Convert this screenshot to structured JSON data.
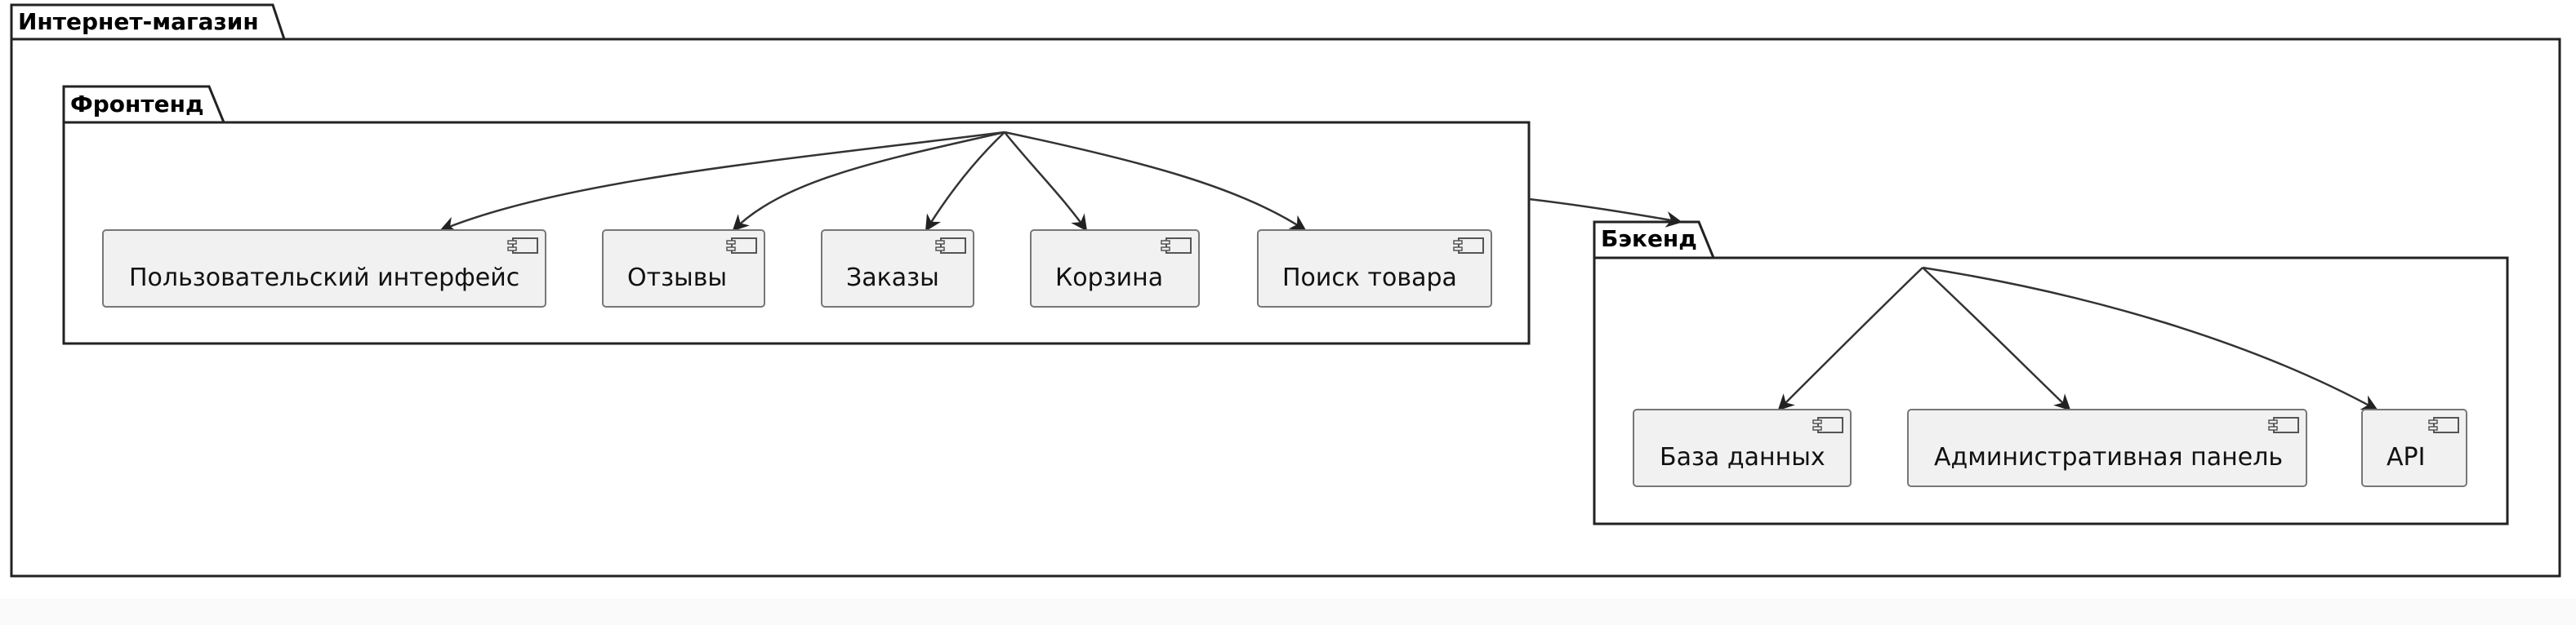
{
  "diagram": {
    "outer_package": {
      "title": "Интернет-магазин"
    },
    "frontend": {
      "title": "Фронтенд",
      "components": [
        "Пользовательский интерфейс",
        "Отзывы",
        "Заказы",
        "Корзина",
        "Поиск товара"
      ]
    },
    "backend": {
      "title": "Бэкенд",
      "components": [
        "База данных",
        "Административная панель",
        "API"
      ]
    }
  }
}
